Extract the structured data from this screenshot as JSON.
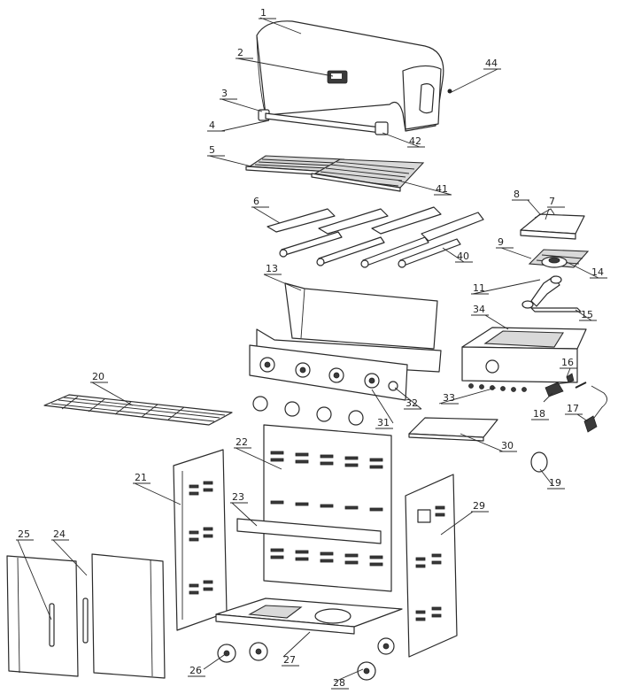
{
  "callouts": [
    {
      "id": "c1",
      "label": "1"
    },
    {
      "id": "c2",
      "label": "2"
    },
    {
      "id": "c3",
      "label": "3"
    },
    {
      "id": "c4",
      "label": "4"
    },
    {
      "id": "c5",
      "label": "5"
    },
    {
      "id": "c6",
      "label": "6"
    },
    {
      "id": "c7",
      "label": "7"
    },
    {
      "id": "c8",
      "label": "8"
    },
    {
      "id": "c9",
      "label": "9"
    },
    {
      "id": "c11",
      "label": "11"
    },
    {
      "id": "c13",
      "label": "13"
    },
    {
      "id": "c14",
      "label": "14"
    },
    {
      "id": "c15",
      "label": "15"
    },
    {
      "id": "c16",
      "label": "16"
    },
    {
      "id": "c17",
      "label": "17"
    },
    {
      "id": "c18",
      "label": "18"
    },
    {
      "id": "c19",
      "label": "19"
    },
    {
      "id": "c20",
      "label": "20"
    },
    {
      "id": "c21",
      "label": "21"
    },
    {
      "id": "c22",
      "label": "22"
    },
    {
      "id": "c23",
      "label": "23"
    },
    {
      "id": "c24",
      "label": "24"
    },
    {
      "id": "c25",
      "label": "25"
    },
    {
      "id": "c26",
      "label": "26"
    },
    {
      "id": "c27",
      "label": "27"
    },
    {
      "id": "c28",
      "label": "28"
    },
    {
      "id": "c29",
      "label": "29"
    },
    {
      "id": "c30",
      "label": "30"
    },
    {
      "id": "c31",
      "label": "31"
    },
    {
      "id": "c32",
      "label": "32"
    },
    {
      "id": "c33",
      "label": "33"
    },
    {
      "id": "c34",
      "label": "34"
    },
    {
      "id": "c40",
      "label": "40"
    },
    {
      "id": "c41",
      "label": "41"
    },
    {
      "id": "c42",
      "label": "42"
    },
    {
      "id": "c44",
      "label": "44"
    }
  ]
}
